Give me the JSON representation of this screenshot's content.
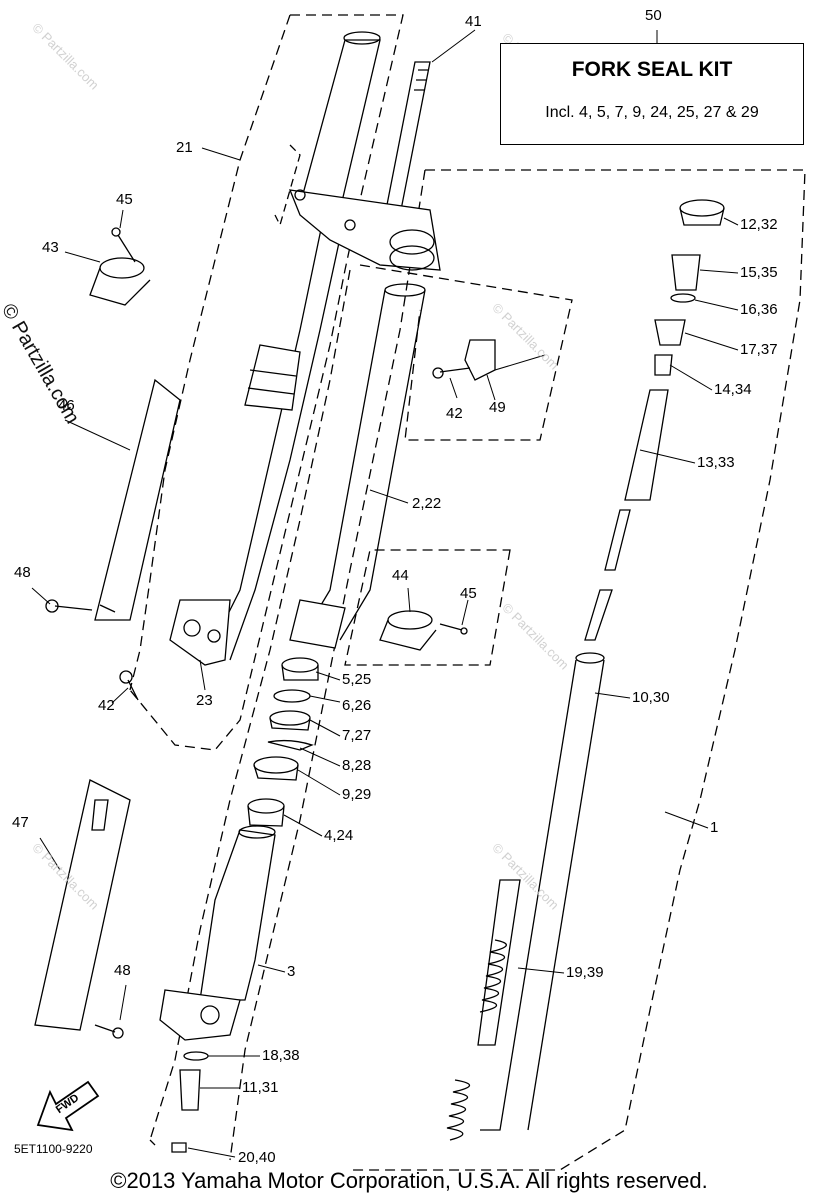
{
  "kit": {
    "number": "50",
    "title": "FORK SEAL KIT",
    "includes": "Incl. 4, 5, 7, 9, 24, 25, 27 & 29"
  },
  "callouts": {
    "c41": "41",
    "c21": "21",
    "c45a": "45",
    "c43": "43",
    "c46": "46",
    "c48a": "48",
    "c42a": "42",
    "c23": "23",
    "c42b": "42",
    "c49": "49",
    "c2_22": "2,22",
    "c44": "44",
    "c45b": "45",
    "c5_25": "5,25",
    "c6_26": "6,26",
    "c7_27": "7,27",
    "c8_28": "8,28",
    "c9_29": "9,29",
    "c4_24": "4,24",
    "c3": "3",
    "c18_38": "18,38",
    "c11_31": "11,31",
    "c20_40": "20,40",
    "c47": "47",
    "c48b": "48",
    "c12_32": "12,32",
    "c15_35": "15,35",
    "c16_36": "16,36",
    "c17_37": "17,37",
    "c14_34": "14,34",
    "c13_33": "13,33",
    "c10_30": "10,30",
    "c1": "1",
    "c19_39": "19,39"
  },
  "fwd_label": "FWD",
  "diagram_code": "5ET1100-9220",
  "watermark": "© Partzilla.com",
  "watermark_small": "© Partzilla.com",
  "copyright": "©2013 Yamaha Motor Corporation, U.S.A. All rights reserved."
}
